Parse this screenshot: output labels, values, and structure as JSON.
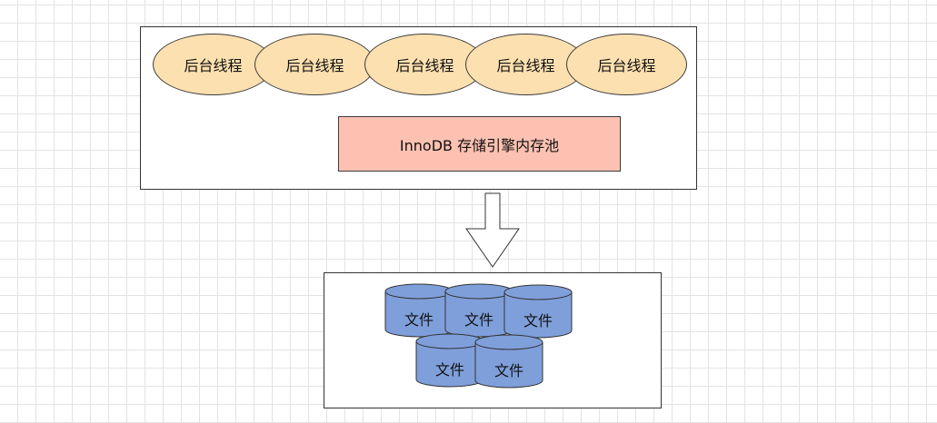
{
  "background_threads": [
    {
      "label": "后台线程"
    },
    {
      "label": "后台线程"
    },
    {
      "label": "后台线程"
    },
    {
      "label": "后台线程"
    },
    {
      "label": "后台线程"
    }
  ],
  "memory_pool": {
    "label": "InnoDB 存储引擎内存池"
  },
  "files": [
    {
      "label": "文件"
    },
    {
      "label": "文件"
    },
    {
      "label": "文件"
    },
    {
      "label": "文件"
    },
    {
      "label": "文件"
    }
  ],
  "colors": {
    "thread_fill": "#fde0b0",
    "pool_fill": "#fdc1b2",
    "file_fill": "#7f9fdb",
    "stroke": "#333333"
  }
}
